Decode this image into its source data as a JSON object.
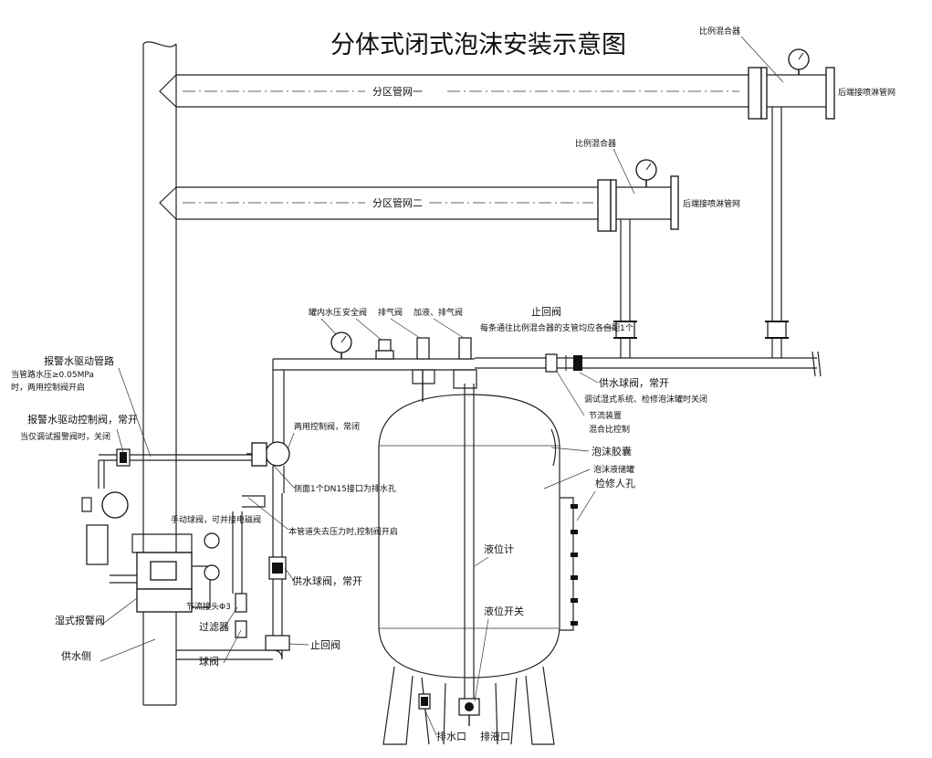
{
  "title": "分体式闭式泡沫安装示意图",
  "pipes": {
    "zone1": "分区管网一",
    "zone2": "分区管网二"
  },
  "mixers": {
    "mixer1_label": "比例混合器",
    "mixer1_outlet": "后端接喷淋管网",
    "mixer2_label": "比例混合器",
    "mixer2_outlet": "后端接喷淋管网"
  },
  "top_valves": {
    "tank_pressure": "罐内水压",
    "safety_valve": "安全阀",
    "vent_valve": "排气阀",
    "fill_vent_valve": "加液、排气阀"
  },
  "check_valve_branch": {
    "title": "止回阀",
    "note": "每条通往比例混合器的支管均应各自配1个"
  },
  "supply_ball_valve_top": {
    "line1": "供水球阀，常开",
    "line2": "调试湿式系统、检修泡沫罐时关闭"
  },
  "throttle": {
    "line1": "节流装置",
    "line2": "混合比控制"
  },
  "tank": {
    "foam_bladder": "泡沫胶囊",
    "foam_tank": "泡沫液储罐",
    "manhole": "检修人孔",
    "level_gauge": "液位计",
    "level_switch": "液位开关",
    "drain_water": "排水口",
    "drain_liquid": "排液口"
  },
  "dual_valve": {
    "line1": "两用控制阀，常闭",
    "line2": "侧面1个DN15接口为排水孔",
    "line3": "本管道失去压力时,控制阀开启"
  },
  "left_labels": {
    "alarm_pipe_title": "报警水驱动管路",
    "alarm_pipe_line1": "当管路水压≥0.05MPa",
    "alarm_pipe_line2": "时，两用控制阀开启",
    "alarm_valve_title": "报警水驱动控制阀，常开",
    "alarm_valve_line1": "当仅调试报警阀时，关闭",
    "manual_ball": "手动球阀，可并接电磁阀",
    "orifice": "节流接头Φ3",
    "filter": "过滤器",
    "ball_valve": "球阀",
    "wet_alarm_valve": "湿式报警阀",
    "supply_side": "供水侧"
  },
  "bottom_labels": {
    "supply_ball_valve": "供水球阀，常开",
    "check_valve": "止回阀"
  }
}
